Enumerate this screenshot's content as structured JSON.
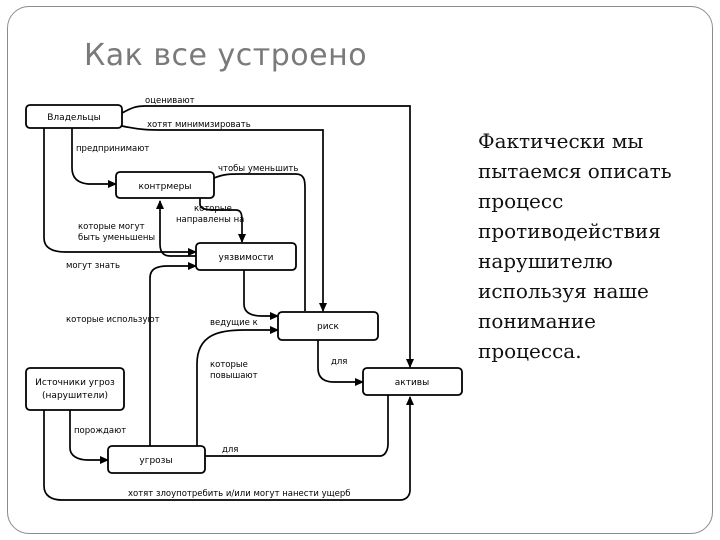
{
  "slide": {
    "title": "Как все устроено",
    "description_lines": [
      "Фактически мы",
      "пытаемся описать",
      "процесс",
      "противодействия",
      "нарушителю",
      "используя наше",
      "понимание",
      "процесса."
    ]
  },
  "diagram": {
    "nodes": {
      "owners": "Владельцы",
      "countermeasures": "контрмеры",
      "vulnerabilities": "уязвимости",
      "risk": "риск",
      "assets": "активы",
      "threat_sources_line1": "Источники угроз",
      "threat_sources_line2": "(нарушители)",
      "threats": "угрозы"
    },
    "edge_labels": {
      "value": "оценивают",
      "wish_minimize": "хотят минимизировать",
      "impose": "предпринимают",
      "to_reduce": "чтобы уменьшить",
      "that_may_be_1": "которые могут",
      "that_may_be_2": "быть уменьшены",
      "directed_1": "которые",
      "directed_2": "направлены на",
      "may_know": "могут знать",
      "exploit": "которые используют",
      "leading_to": "ведущие к",
      "increase_1": "которые",
      "increase_2": "повышают",
      "to_1": "для",
      "give_rise": "порождают",
      "to_2": "для",
      "abuse": "хотят злоупотребить и/или могут нанести ущерб"
    }
  }
}
